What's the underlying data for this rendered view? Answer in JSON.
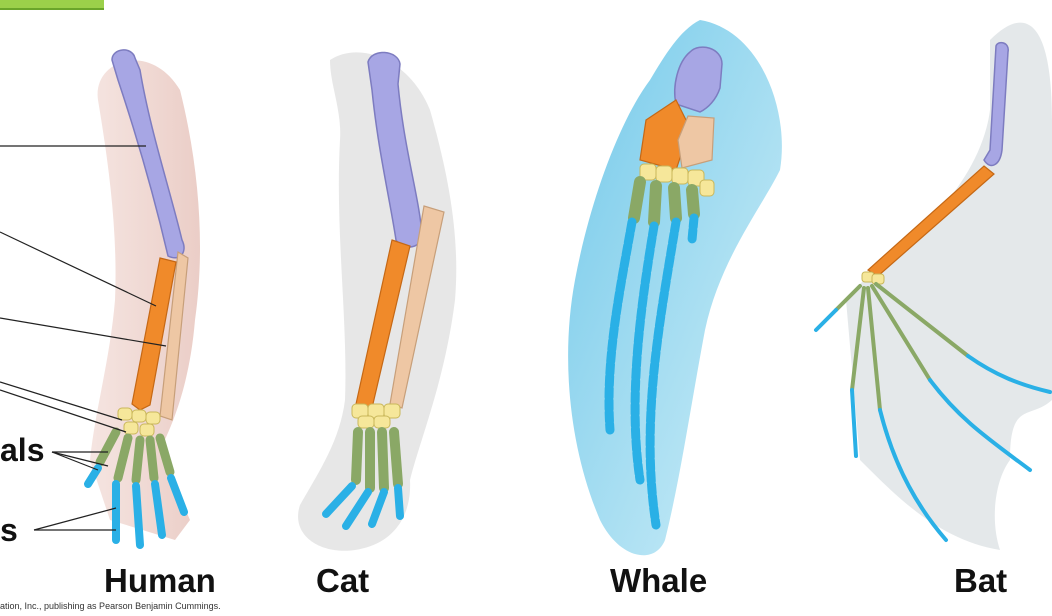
{
  "animals": [
    "Human",
    "Cat",
    "Whale",
    "Bat"
  ],
  "part_labels": [
    "als",
    "s"
  ],
  "credit": "ation, Inc., publishing as Pearson Benjamin Cummings.",
  "colors": {
    "humerus": "#a7a6e4",
    "radius": "#f08a2a",
    "ulna": "#eec7a4",
    "carpals": "#f6e79a",
    "metacarpals": "#8aa866",
    "phalanges": "#2ab0e6",
    "human_skin": "#eed7d2",
    "whale_skin": "#8fd3ec",
    "bat_membrane": "#e1e5e8",
    "cat_fur": "#e3e3e3",
    "header_tab": "#9bd04a"
  }
}
